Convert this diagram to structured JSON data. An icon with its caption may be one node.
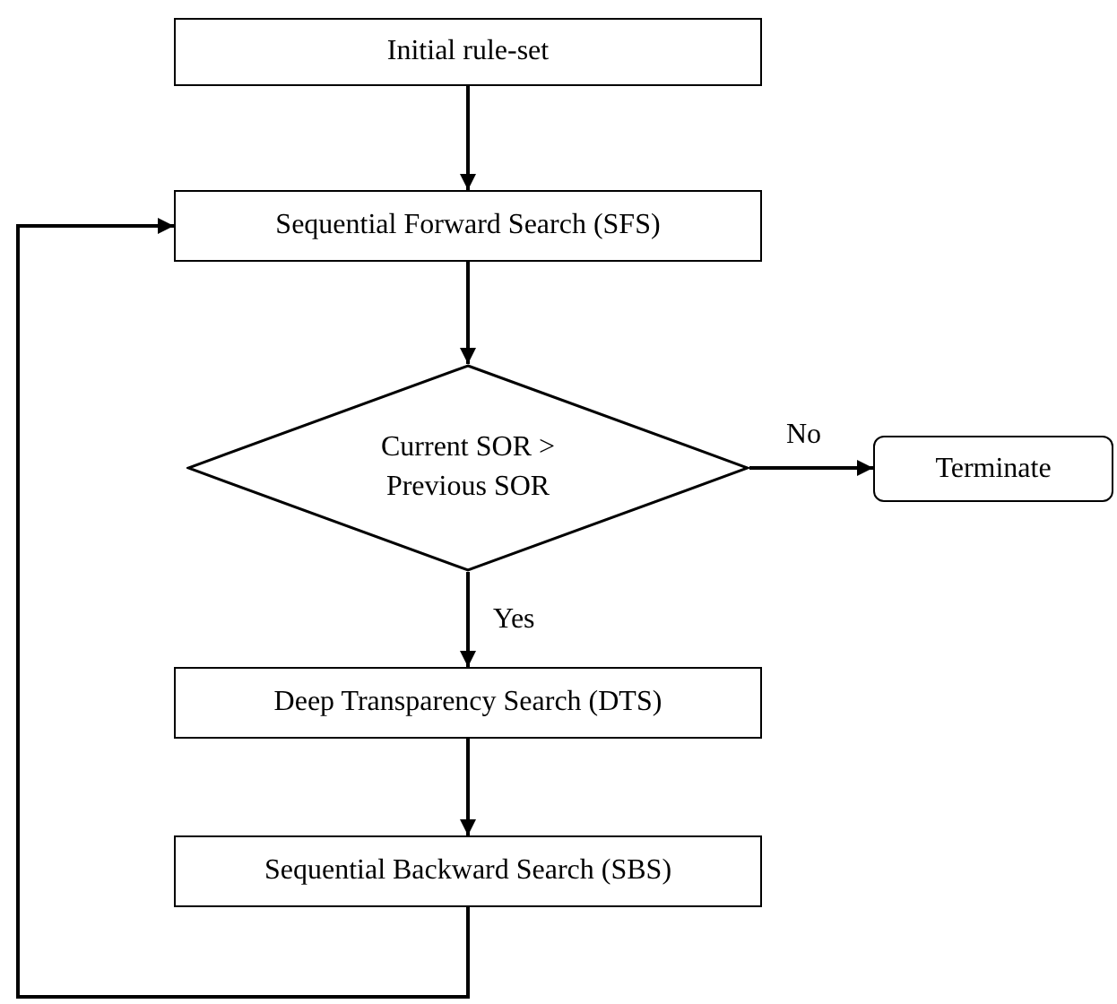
{
  "diagram": {
    "nodes": [
      {
        "text": [
          "Initial rule-set"
        ]
      },
      {
        "text": [
          "Sequential Forward Search (SFS)"
        ]
      },
      {
        "text": [
          "Current SOR > Previous SOR"
        ]
      },
      {
        "text": [
          "Terminate"
        ]
      },
      {
        "text": [
          "Deep Transparency Search (DTS)"
        ]
      },
      {
        "text": [
          "Sequential Backward Search (SBS)"
        ]
      }
    ],
    "edges": [
      {
        "from": 0,
        "to": 1,
        "arrow": "to"
      },
      {
        "from": 1,
        "to": 2,
        "arrow": "to"
      },
      {
        "from": 2,
        "to": 3,
        "arrow": "to",
        "label": "No"
      },
      {
        "from": 2,
        "to": 4,
        "arrow": "to",
        "label": "Yes"
      },
      {
        "from": 4,
        "to": 5,
        "arrow": "to"
      },
      {
        "from": 5,
        "to": 1,
        "arrow": "to"
      }
    ]
  }
}
